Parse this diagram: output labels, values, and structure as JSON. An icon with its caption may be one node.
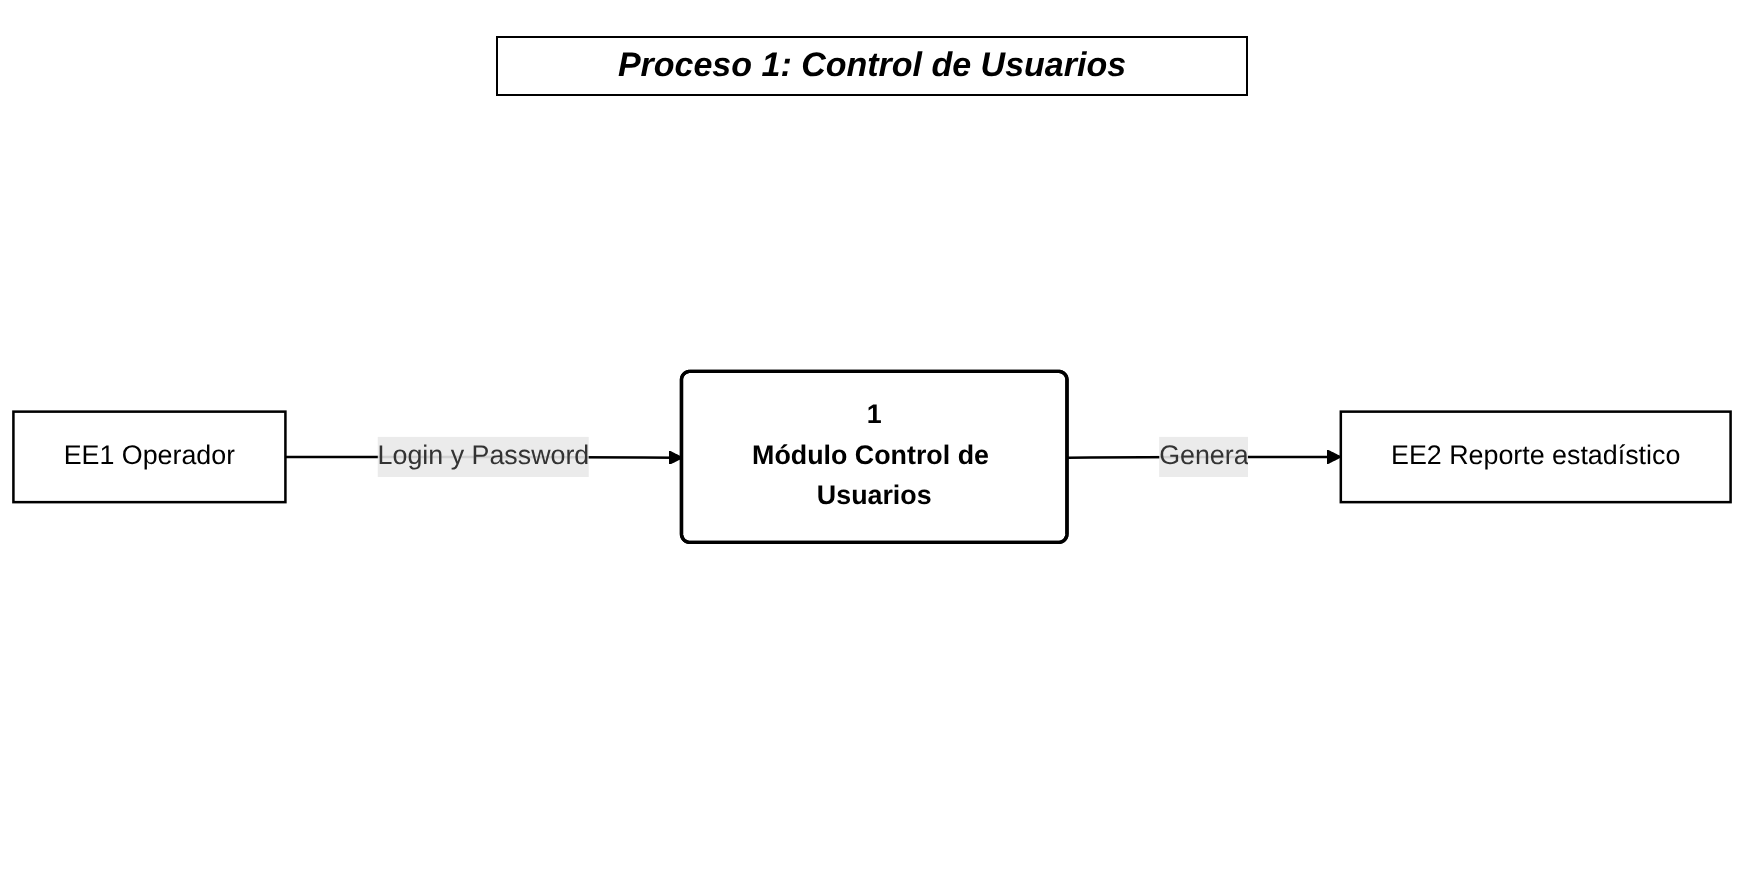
{
  "diagram": {
    "title": "Proceso 1: Control de Usuarios",
    "nodes": [
      {
        "text": [
          "EE1 Operador"
        ]
      },
      {
        "text": [
          "1",
          "Módulo Control de Usuarios"
        ]
      },
      {
        "text": [
          "EE2 Reporte estadístico"
        ]
      }
    ],
    "edges": [
      {
        "from": 0,
        "to": 1,
        "arrow": "to",
        "label": "Login y Password"
      },
      {
        "from": 1,
        "to": 2,
        "arrow": "to",
        "label": "Genera"
      }
    ]
  }
}
